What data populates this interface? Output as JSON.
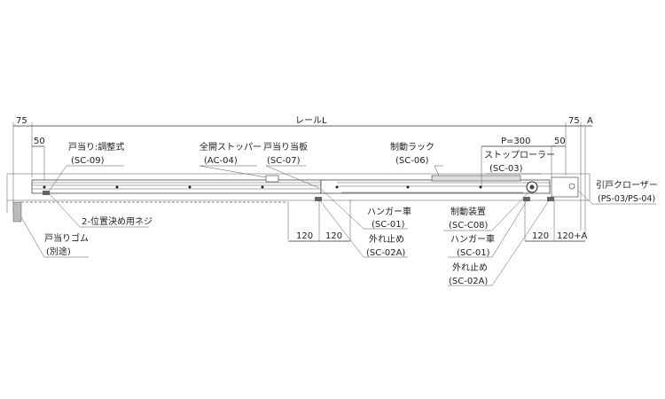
{
  "dimensions": {
    "left_75": "75",
    "rail_length": "レールL",
    "right_75": "75",
    "right_a": "A",
    "left_50": "50",
    "p300": "P=300",
    "right_50": "50",
    "dim_120_a": "120",
    "dim_120_b": "120",
    "dim_120_c": "120",
    "dim_120_plus_a": "120+A"
  },
  "labels": {
    "door_stop_adjustable": {
      "name": "戸当り:調整式",
      "code": "(SC-09)"
    },
    "full_open_stopper": {
      "name": "全開ストッパー",
      "code": "(AC-04)"
    },
    "door_stop_plate": {
      "name": "戸当り当板",
      "code": "(SC-07)"
    },
    "positioning_screw": {
      "name": "2-位置決め用ネジ"
    },
    "door_stop_rubber": {
      "name": "戸当りゴム",
      "code": "(別途)"
    },
    "hanger_wheel_1": {
      "name": "ハンガー車",
      "code": "(SC-01)"
    },
    "derail_stop_1": {
      "name": "外れ止め",
      "code": "(SC-02A)"
    },
    "brake_rack": {
      "name": "制動ラック",
      "code": "(SC-06)"
    },
    "stop_roller": {
      "name": "ストップローラー",
      "code": "(SC-03)"
    },
    "brake_device": {
      "name": "制動装置",
      "code": "(SC-C08)"
    },
    "hanger_wheel_2": {
      "name": "ハンガー車",
      "code": "(SC-01)"
    },
    "derail_stop_2": {
      "name": "外れ止め",
      "code": "(SC-02A)"
    },
    "sliding_door_closer": {
      "name": "引戸クローザー",
      "code": "(PS-03/PS-04)"
    }
  }
}
